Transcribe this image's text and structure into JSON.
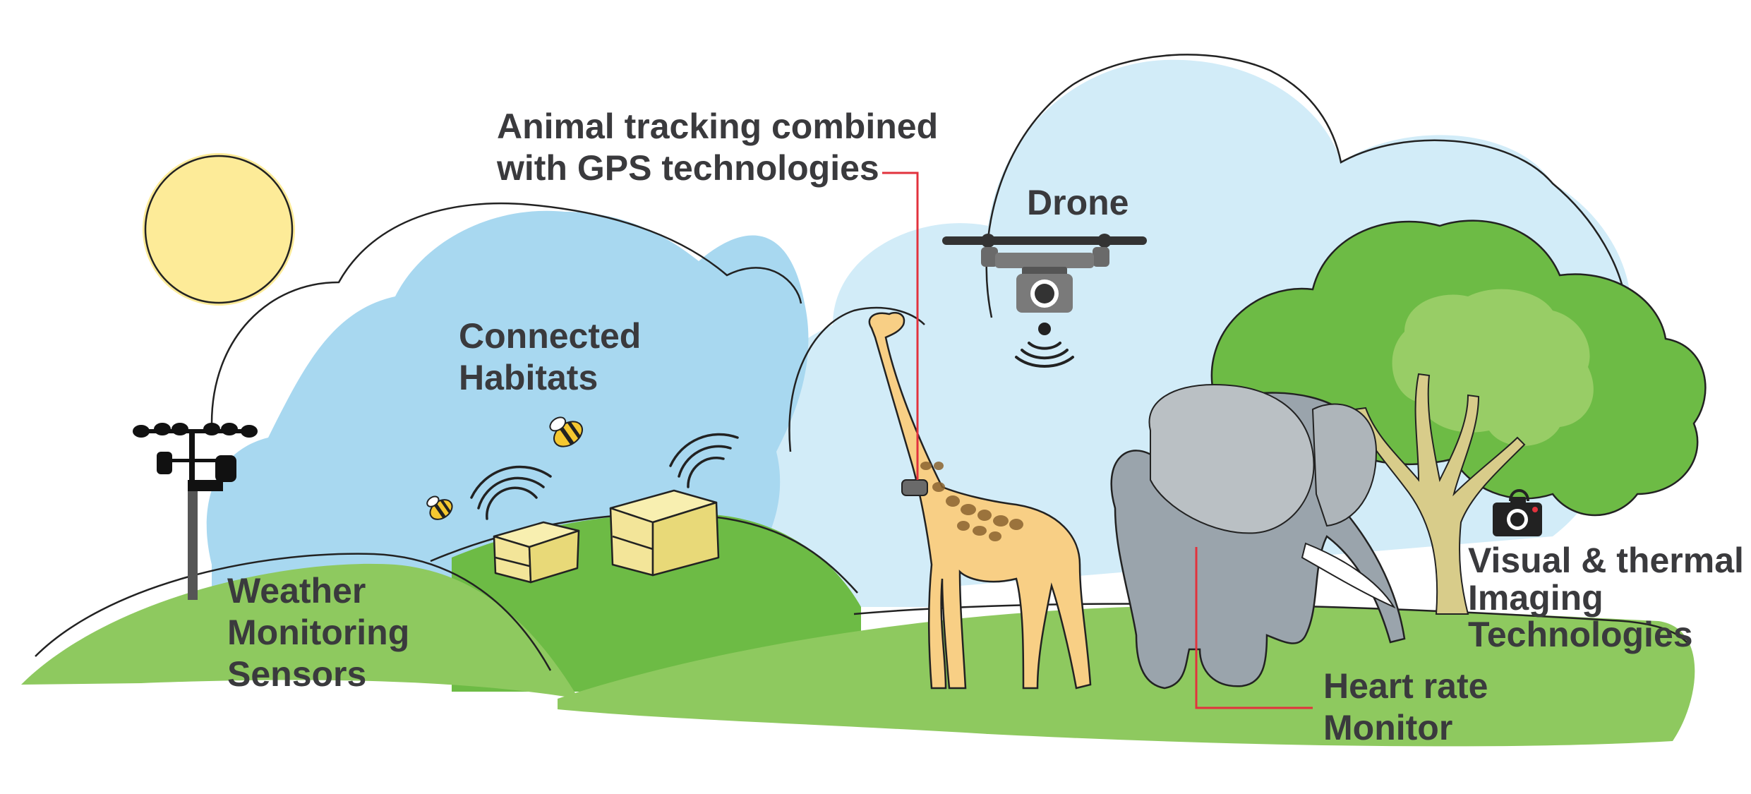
{
  "labels": {
    "weather": [
      "Weather",
      "Monitoring",
      "Sensors"
    ],
    "habitats": [
      "Connected",
      "Habitats"
    ],
    "tracking": [
      "Animal tracking combined",
      "with GPS technologies"
    ],
    "drone": "Drone",
    "heart": [
      "Heart rate",
      "Monitor"
    ],
    "imaging": [
      "Visual & thermal",
      "Imaging",
      "Technologies"
    ]
  },
  "icons": [
    "sun-icon",
    "weather-station-icon",
    "bee-icon",
    "beehive-icon",
    "wireless-signal-icon",
    "giraffe-icon",
    "gps-collar-icon",
    "drone-icon",
    "elephant-icon",
    "tree-icon",
    "camera-icon"
  ],
  "colors": {
    "sky": "#a8d8f0",
    "sky_light": "#d2ecf8",
    "grass": "#8ec95f",
    "grass_dark": "#6dbb45",
    "sun": "#fdeb98",
    "giraffe": "#f8cf85",
    "elephant": "#9aa4ac",
    "hive": "#f3e599",
    "callout_line": "#e2323d",
    "text": "#3a3a3d"
  }
}
